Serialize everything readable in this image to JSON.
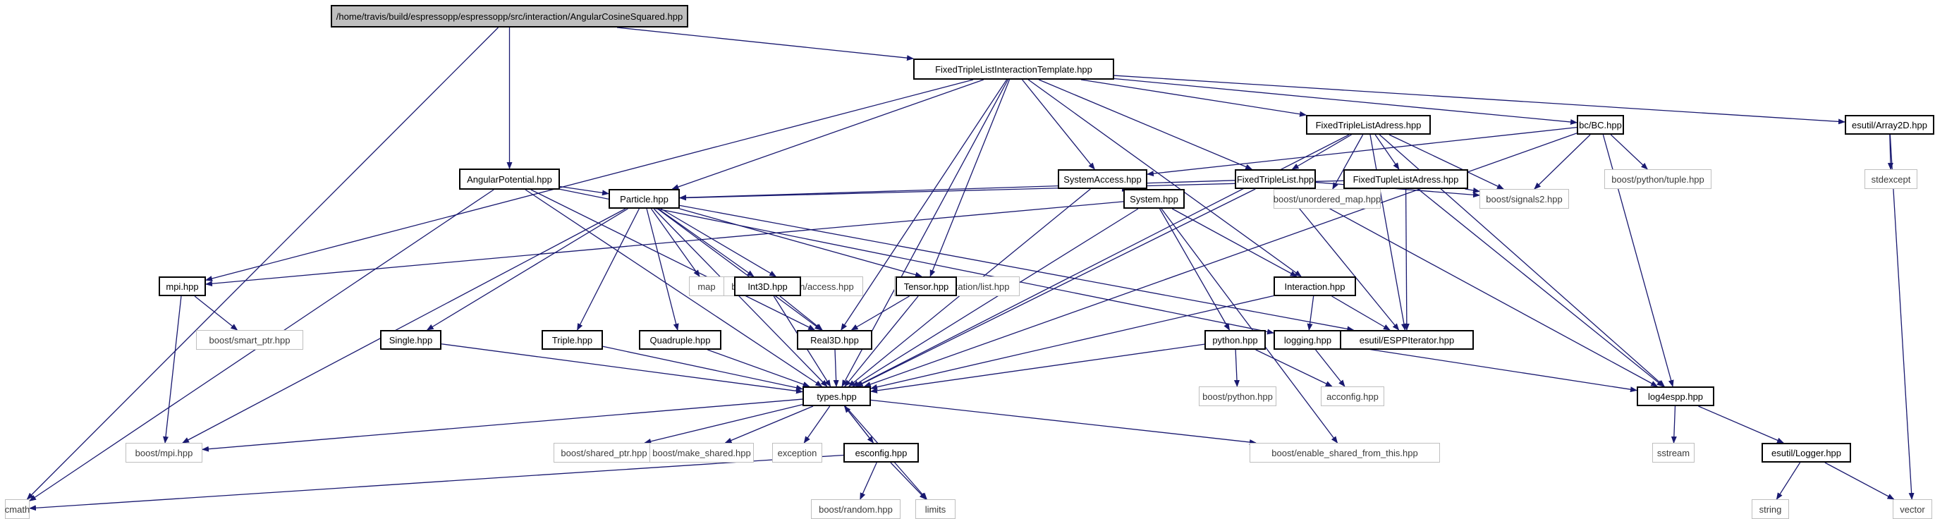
{
  "colors": {
    "edge": "#191970",
    "node_border": "#000000",
    "external_border": "#bfbfbf",
    "root_fill": "#bfbfbf"
  },
  "nodes": [
    {
      "id": "root",
      "label": "/home/travis/build/espressopp/espressopp/src/interaction/AngularCosineSquared.hpp",
      "kind": "root"
    },
    {
      "id": "fixedtripletemplate",
      "label": "FixedTripleListInteractionTemplate.hpp",
      "kind": "doc"
    },
    {
      "id": "cmath",
      "label": "cmath",
      "kind": "external"
    },
    {
      "id": "angularpotential",
      "label": "AngularPotential.hpp",
      "kind": "doc"
    },
    {
      "id": "fixedtriplelistadress",
      "label": "FixedTripleListAdress.hpp",
      "kind": "doc"
    },
    {
      "id": "bc",
      "label": "bc/BC.hpp",
      "kind": "doc"
    },
    {
      "id": "array2d",
      "label": "esutil/Array2D.hpp",
      "kind": "doc"
    },
    {
      "id": "systemaccess",
      "label": "SystemAccess.hpp",
      "kind": "doc"
    },
    {
      "id": "fixedtriplelist",
      "label": "FixedTripleList.hpp",
      "kind": "doc"
    },
    {
      "id": "fixedtuplelistadress",
      "label": "FixedTupleListAdress.hpp",
      "kind": "doc"
    },
    {
      "id": "pythontuple",
      "label": "boost/python/tuple.hpp",
      "kind": "external"
    },
    {
      "id": "stdexcept",
      "label": "stdexcept",
      "kind": "external"
    },
    {
      "id": "system",
      "label": "System.hpp",
      "kind": "doc"
    },
    {
      "id": "particle",
      "label": "Particle.hpp",
      "kind": "doc"
    },
    {
      "id": "unorderedmap",
      "label": "boost/unordered_map.hpp",
      "kind": "external"
    },
    {
      "id": "signals2",
      "label": "boost/signals2.hpp",
      "kind": "external"
    },
    {
      "id": "mpi",
      "label": "mpi.hpp",
      "kind": "doc"
    },
    {
      "id": "serialaccess",
      "label": "boost/serialization/access.hpp",
      "kind": "external"
    },
    {
      "id": "seriallist",
      "label": "boost/serialization/list.hpp",
      "kind": "external"
    },
    {
      "id": "map",
      "label": "map",
      "kind": "external"
    },
    {
      "id": "int3d",
      "label": "Int3D.hpp",
      "kind": "doc"
    },
    {
      "id": "tensor",
      "label": "Tensor.hpp",
      "kind": "doc"
    },
    {
      "id": "interaction",
      "label": "Interaction.hpp",
      "kind": "doc"
    },
    {
      "id": "smartptr",
      "label": "boost/smart_ptr.hpp",
      "kind": "external"
    },
    {
      "id": "single",
      "label": "Single.hpp",
      "kind": "doc"
    },
    {
      "id": "triple",
      "label": "Triple.hpp",
      "kind": "doc"
    },
    {
      "id": "quadruple",
      "label": "Quadruple.hpp",
      "kind": "doc"
    },
    {
      "id": "real3d",
      "label": "Real3D.hpp",
      "kind": "doc"
    },
    {
      "id": "python",
      "label": "python.hpp",
      "kind": "doc"
    },
    {
      "id": "logging",
      "label": "logging.hpp",
      "kind": "doc"
    },
    {
      "id": "espp",
      "label": "esutil/ESPPIterator.hpp",
      "kind": "doc"
    },
    {
      "id": "types",
      "label": "types.hpp",
      "kind": "doc"
    },
    {
      "id": "boostpython",
      "label": "boost/python.hpp",
      "kind": "external"
    },
    {
      "id": "acconfig",
      "label": "acconfig.hpp",
      "kind": "external"
    },
    {
      "id": "log4espp",
      "label": "log4espp.hpp",
      "kind": "doc"
    },
    {
      "id": "boostmpi",
      "label": "boost/mpi.hpp",
      "kind": "external"
    },
    {
      "id": "sharedptr",
      "label": "boost/shared_ptr.hpp",
      "kind": "external"
    },
    {
      "id": "makeshared",
      "label": "boost/make_shared.hpp",
      "kind": "external"
    },
    {
      "id": "exception",
      "label": "exception",
      "kind": "external"
    },
    {
      "id": "esconfig",
      "label": "esconfig.hpp",
      "kind": "doc"
    },
    {
      "id": "enableshared",
      "label": "boost/enable_shared_from_this.hpp",
      "kind": "external"
    },
    {
      "id": "sstream",
      "label": "sstream",
      "kind": "external"
    },
    {
      "id": "logger",
      "label": "esutil/Logger.hpp",
      "kind": "doc"
    },
    {
      "id": "boostrandom",
      "label": "boost/random.hpp",
      "kind": "external"
    },
    {
      "id": "limits",
      "label": "limits",
      "kind": "external"
    },
    {
      "id": "string",
      "label": "string",
      "kind": "external"
    },
    {
      "id": "vector",
      "label": "vector",
      "kind": "external"
    }
  ],
  "edges": [
    [
      "root",
      "fixedtripletemplate"
    ],
    [
      "root",
      "cmath"
    ],
    [
      "root",
      "angularpotential"
    ],
    [
      "fixedtripletemplate",
      "types"
    ],
    [
      "fixedtripletemplate",
      "mpi"
    ],
    [
      "fixedtripletemplate",
      "particle"
    ],
    [
      "fixedtripletemplate",
      "real3d"
    ],
    [
      "fixedtripletemplate",
      "tensor"
    ],
    [
      "fixedtripletemplate",
      "systemaccess"
    ],
    [
      "fixedtripletemplate",
      "interaction"
    ],
    [
      "fixedtripletemplate",
      "fixedtriplelist"
    ],
    [
      "fixedtripletemplate",
      "fixedtriplelistadress"
    ],
    [
      "fixedtripletemplate",
      "bc"
    ],
    [
      "fixedtripletemplate",
      "array2d"
    ],
    [
      "angularpotential",
      "particle"
    ],
    [
      "angularpotential",
      "real3d"
    ],
    [
      "angularpotential",
      "logging"
    ],
    [
      "angularpotential",
      "types"
    ],
    [
      "angularpotential",
      "cmath"
    ],
    [
      "fixedtriplelistadress",
      "types"
    ],
    [
      "fixedtriplelistadress",
      "fixedtriplelist"
    ],
    [
      "fixedtriplelistadress",
      "fixedtuplelistadress"
    ],
    [
      "fixedtriplelistadress",
      "unorderedmap"
    ],
    [
      "fixedtriplelistadress",
      "signals2"
    ],
    [
      "fixedtriplelistadress",
      "espp"
    ],
    [
      "fixedtriplelistadress",
      "log4espp"
    ],
    [
      "bc",
      "systemaccess"
    ],
    [
      "bc",
      "pythontuple"
    ],
    [
      "bc",
      "signals2"
    ],
    [
      "bc",
      "types"
    ],
    [
      "bc",
      "log4espp"
    ],
    [
      "array2d",
      "stdexcept"
    ],
    [
      "array2d",
      "vector"
    ],
    [
      "systemaccess",
      "system"
    ],
    [
      "systemaccess",
      "types"
    ],
    [
      "fixedtriplelist",
      "particle"
    ],
    [
      "fixedtriplelist",
      "unorderedmap"
    ],
    [
      "fixedtriplelist",
      "signals2"
    ],
    [
      "fixedtriplelist",
      "types"
    ],
    [
      "fixedtriplelist",
      "espp"
    ],
    [
      "fixedtriplelist",
      "log4espp"
    ],
    [
      "fixedtuplelistadress",
      "particle"
    ],
    [
      "fixedtuplelistadress",
      "unorderedmap"
    ],
    [
      "fixedtuplelistadress",
      "signals2"
    ],
    [
      "fixedtuplelistadress",
      "espp"
    ],
    [
      "fixedtuplelistadress",
      "log4espp"
    ],
    [
      "system",
      "mpi"
    ],
    [
      "system",
      "types"
    ],
    [
      "system",
      "interaction"
    ],
    [
      "system",
      "python"
    ],
    [
      "system",
      "enableshared"
    ],
    [
      "particle",
      "serialaccess"
    ],
    [
      "particle",
      "seriallist"
    ],
    [
      "particle",
      "map"
    ],
    [
      "particle",
      "int3d"
    ],
    [
      "particle",
      "real3d"
    ],
    [
      "particle",
      "types"
    ],
    [
      "particle",
      "single"
    ],
    [
      "particle",
      "triple"
    ],
    [
      "particle",
      "quadruple"
    ],
    [
      "particle",
      "espp"
    ],
    [
      "particle",
      "boostmpi"
    ],
    [
      "mpi",
      "smartptr"
    ],
    [
      "mpi",
      "boostmpi"
    ],
    [
      "int3d",
      "types"
    ],
    [
      "int3d",
      "real3d"
    ],
    [
      "tensor",
      "real3d"
    ],
    [
      "tensor",
      "types"
    ],
    [
      "interaction",
      "types"
    ],
    [
      "interaction",
      "logging"
    ],
    [
      "interaction",
      "espp"
    ],
    [
      "single",
      "types"
    ],
    [
      "triple",
      "types"
    ],
    [
      "quadruple",
      "types"
    ],
    [
      "real3d",
      "types"
    ],
    [
      "python",
      "boostpython"
    ],
    [
      "python",
      "acconfig"
    ],
    [
      "python",
      "types"
    ],
    [
      "logging",
      "acconfig"
    ],
    [
      "logging",
      "log4espp"
    ],
    [
      "types",
      "boostmpi"
    ],
    [
      "types",
      "sharedptr"
    ],
    [
      "types",
      "makeshared"
    ],
    [
      "types",
      "exception"
    ],
    [
      "types",
      "esconfig"
    ],
    [
      "types",
      "enableshared"
    ],
    [
      "types",
      "limits"
    ],
    [
      "esconfig",
      "cmath"
    ],
    [
      "esconfig",
      "boostrandom"
    ],
    [
      "esconfig",
      "limits"
    ],
    [
      "esconfig",
      "types"
    ],
    [
      "log4espp",
      "sstream"
    ],
    [
      "log4espp",
      "logger"
    ],
    [
      "logger",
      "string"
    ],
    [
      "logger",
      "vector"
    ]
  ]
}
